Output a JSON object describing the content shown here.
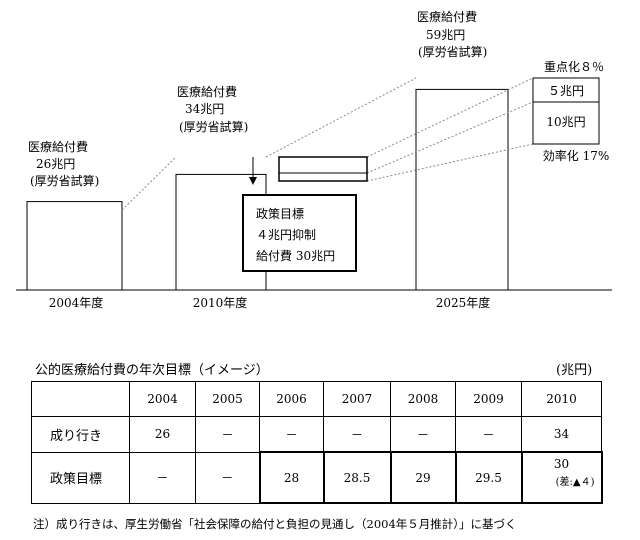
{
  "chart_data": [
    {
      "type": "bar",
      "title": "",
      "categories": [
        "2004年度",
        "2010年度",
        "2025年度"
      ],
      "values": [
        26,
        34,
        59
      ],
      "bar_labels": [
        [
          "医療給付費",
          "26兆円",
          "(厚労省試算)"
        ],
        [
          "医療給付費",
          "34兆円",
          "(厚労省試算)"
        ],
        [
          "医療給付費",
          "59兆円",
          "(厚労省試算)"
        ]
      ],
      "policy_box": [
        "政策目標",
        "４兆円抑制",
        "給付費 30兆円"
      ],
      "breakdown_label_top": "重点化８％",
      "breakdown_cells": [
        "５兆円",
        "10兆円"
      ],
      "breakdown_label_bottom": "効率化 17%"
    },
    {
      "type": "table",
      "title": "公的医療給付費の年次目標（イメージ）",
      "unit": "(兆円)",
      "columns": [
        "2004",
        "2005",
        "2006",
        "2007",
        "2008",
        "2009",
        "2010"
      ],
      "rows": [
        {
          "label": "成り行き",
          "values": [
            "26",
            "－",
            "－",
            "－",
            "－",
            "－",
            "34"
          ]
        },
        {
          "label": "政策目標",
          "values": [
            "－",
            "－",
            "28",
            "28.5",
            "29",
            "29.5",
            "30"
          ]
        }
      ],
      "diff_note": "(差:▲４)",
      "footnote": "注）成り行きは、厚生労働省「社会保障の給付と負担の見通し（2004年５月推計）」に基づく"
    }
  ]
}
